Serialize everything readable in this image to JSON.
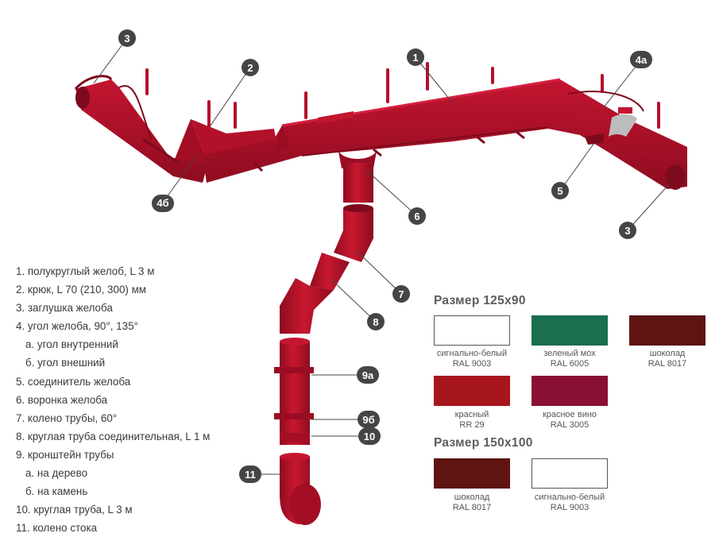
{
  "callouts": {
    "c1": "1",
    "c2": "2",
    "c3a": "3",
    "c3b": "3",
    "c4a": "4а",
    "c4b": "4б",
    "c5": "5",
    "c6": "6",
    "c7": "7",
    "c8": "8",
    "c9a": "9а",
    "c9b": "9б",
    "c10": "10",
    "c11": "11"
  },
  "legend": {
    "items": [
      "1. полукруглый желоб, L 3 м",
      "2. крюк, L 70 (210, 300) мм",
      "3. заглушка желоба",
      "4. угол желоба, 90°, 135°",
      "а. угол внутренний",
      "б. угол внешний",
      "5. соединитель желоба",
      "6. воронка желоба",
      "7. колено трубы, 60°",
      "8. круглая труба соединительная, L 1 м",
      "9. кронштейн трубы",
      "а. на дерево",
      "б. на камень",
      "10. круглая труба, L 3 м",
      "11. колено стока"
    ]
  },
  "sizes": [
    {
      "title": "Размер 125x90",
      "colors": [
        {
          "name": "сигнально-белый",
          "code": "RAL 9003",
          "hex": "#ffffff"
        },
        {
          "name": "зеленый мох",
          "code": "RAL 6005",
          "hex": "#1a6f4f"
        },
        {
          "name": "шоколад",
          "code": "RAL 8017",
          "hex": "#5e1411"
        },
        {
          "name": "красный",
          "code": "RR 29",
          "hex": "#a8161d"
        },
        {
          "name": "красное вино",
          "code": "RAL 3005",
          "hex": "#8a0f34"
        }
      ]
    },
    {
      "title": "Размер 150x100",
      "colors": [
        {
          "name": "шоколад",
          "code": "RAL 8017",
          "hex": "#5e1411"
        },
        {
          "name": "сигнально-белый",
          "code": "RAL 9003",
          "hex": "#ffffff"
        }
      ]
    }
  ],
  "colors": {
    "product_red": "#b3102a",
    "product_dark": "#7d0a1d",
    "callout_bg": "#454545",
    "connector_grey": "#bcbcbc"
  }
}
